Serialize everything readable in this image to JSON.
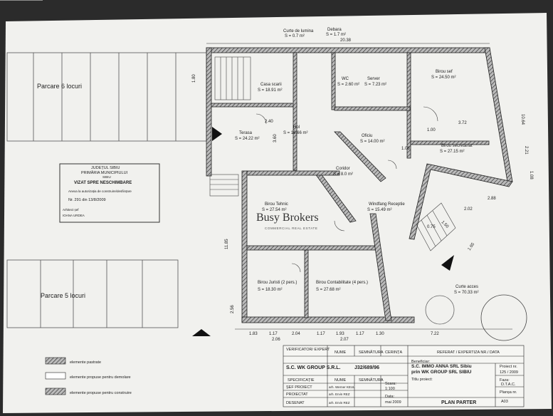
{
  "top_labels": {
    "curte_lumina": "Curte de lumina",
    "curte_lumina_area": "S = 0.7 m²",
    "debara": "Debara",
    "debara_area": "S = 1.7 m²",
    "top_dim": "20.38"
  },
  "parking": {
    "top_label": "Parcare 6 locuri",
    "bottom_label": "Parcare 5 locuri"
  },
  "rooms": [
    {
      "name": "Casa scarii",
      "area": "S = 18.91 m²"
    },
    {
      "name": "WC",
      "area": "S = 2.60 m²"
    },
    {
      "name": "Server",
      "area": "S = 7.23 m²"
    },
    {
      "name": "Birou sef",
      "area": "S = 24.50 m²"
    },
    {
      "name": "Terasa",
      "area": "S = 24.22 m²"
    },
    {
      "name": "Hol",
      "area": "S = 16.66 m²"
    },
    {
      "name": "Oficiu",
      "area": "S = 14.00 m²"
    },
    {
      "name": "Birou secretariat",
      "area": "S = 27.15 m²"
    },
    {
      "name": "Coridor",
      "area": "S = 8.0 m²"
    },
    {
      "name": "Birou Tehnic",
      "area": "S = 27.54 m²"
    },
    {
      "name": "Windfang Receptie",
      "area": "S = 15.49 m²"
    },
    {
      "name": "Birou Juristi (2 pers.)",
      "area": "S = 18.30 m²"
    },
    {
      "name": "Birou Contabilitate (4 pers.)",
      "area": "S = 27.68 m²"
    },
    {
      "name": "Curte acces",
      "area": "S = 70.33 m²"
    }
  ],
  "stamp": {
    "line1": "JUDEȚUL SIBIU",
    "line2": "PRIMĂRIA MUNICIPIULUI",
    "line3": "SIBIU",
    "line4": "VIZAT SPRE NESCHIMBARE",
    "line5": "Anexa la autorizația de construire/desființare",
    "line6": "Nr. 291 din 13/8/2009",
    "line7": "Arhitect șef",
    "line8": "IOANA URDEA"
  },
  "watermark": {
    "brand": "Busy Brokers",
    "sub": "COMMERCIAL REAL ESTATE"
  },
  "dimensions": {
    "left_height": "11.85",
    "bottom": [
      "1.83",
      "1.17",
      "2.04",
      "1.17",
      "1.93",
      "1.17",
      "1.30",
      "7.22"
    ],
    "right": [
      "10.64",
      "2.21",
      "1.08"
    ],
    "misc": [
      "2.40",
      "3.60",
      "1.00",
      "3.72",
      "2.88",
      "2.02",
      "1.65",
      "1.50",
      "0.75",
      "1.08",
      "2.06",
      "2.07",
      "1.80",
      "2.56"
    ]
  },
  "legend": [
    {
      "label": "elemente pastrate"
    },
    {
      "label": "elemente propuse pentru demolare"
    },
    {
      "label": "elemente propuse pentru construire"
    }
  ],
  "title_block": {
    "verificator": "VERIFICATOR/ EXPERT",
    "nume": "NUME",
    "semnatura": "SEMNĂTURA",
    "cerinta": "CERINȚA",
    "referat": "REFERAT / EXPERTIZA NR./ DATA",
    "firm": "S.C. WK GROUP S.R.L.",
    "firm_code": "J32/689/96",
    "beneficiar_label": "Beneficiar:",
    "beneficiar": "S.C. IMMO ANNA SRL Sibiu",
    "beneficiar2": "prin WK GROUP SRL SIBIU",
    "proiect_nr_label": "Proiect nr.",
    "proiect_nr": "125 / 2009",
    "specificatie": "SPECIFICAȚIE",
    "scara_label": "Scara:",
    "scara": "1:100",
    "titlu_proiect": "Titlu proiect:",
    "faza_label": "Faza:",
    "faza": "D.T.A.C.",
    "sef_proiect": "ȘEF PROIECT",
    "sef_proiect_name": "arh. Werner KEUL",
    "proiectat": "PROIECTAT",
    "proiectat_name": "arh. Ervin REZ",
    "desenat": "DESENAT",
    "desenat_name": "arh. Ervin REZ",
    "data_label": "Data:",
    "data": "mai 2009",
    "plan_title": "PLAN PARTER",
    "plansa_label": "Planșa nr.",
    "plansa": "A03"
  }
}
